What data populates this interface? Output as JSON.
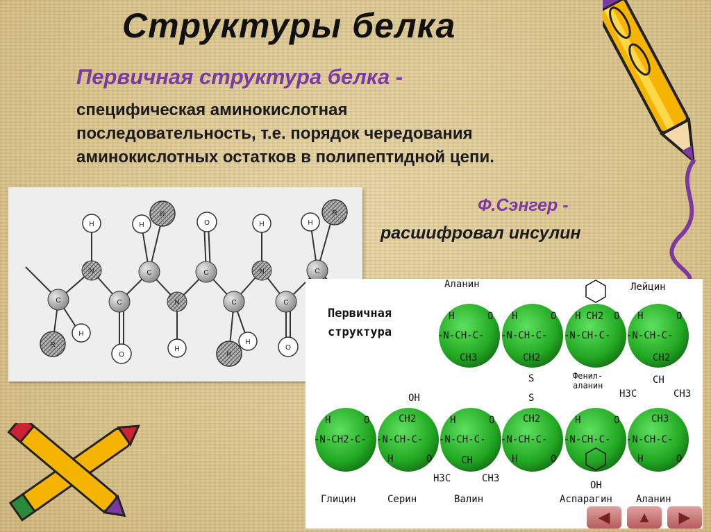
{
  "slide": {
    "title": "Структуры белка",
    "definition_head": "Первичная структура белка -",
    "definition_lines": [
      "специфическая аминокислотная",
      "последовательность, т.е. порядок чередования",
      "аминокислотных остатков в полипептидной цепи."
    ],
    "sanger_name": "Ф.Сэнгер -",
    "sanger_desc": "расшифровал инсулин"
  },
  "left_diagram": {
    "atoms": {
      "h": "H",
      "n": "N",
      "c": "C",
      "o": "O",
      "r": "R"
    }
  },
  "right_diagram": {
    "label_line1": "Первичная",
    "label_line2": "структура",
    "top_names": [
      "Аланин",
      "Лейцин"
    ],
    "fenil_line1": "Фенил-",
    "fenil_line2": "аланин",
    "bottom_names": [
      "Глицин",
      "Серин",
      "Валин",
      "Аспарагин",
      "Аланин"
    ],
    "residue_top": "-N-CH-C-",
    "residue_glycine": "-N-CH2-C-",
    "labels": {
      "h": "H",
      "o": "O",
      "ch3": "CH3",
      "ch2": "CH2",
      "ch": "CH",
      "s": "S",
      "oh": "OH",
      "h3c": "H3C",
      "ch3b": "CH3"
    }
  },
  "nav": {
    "prev": "◀",
    "home": "▲",
    "next": "▶"
  }
}
